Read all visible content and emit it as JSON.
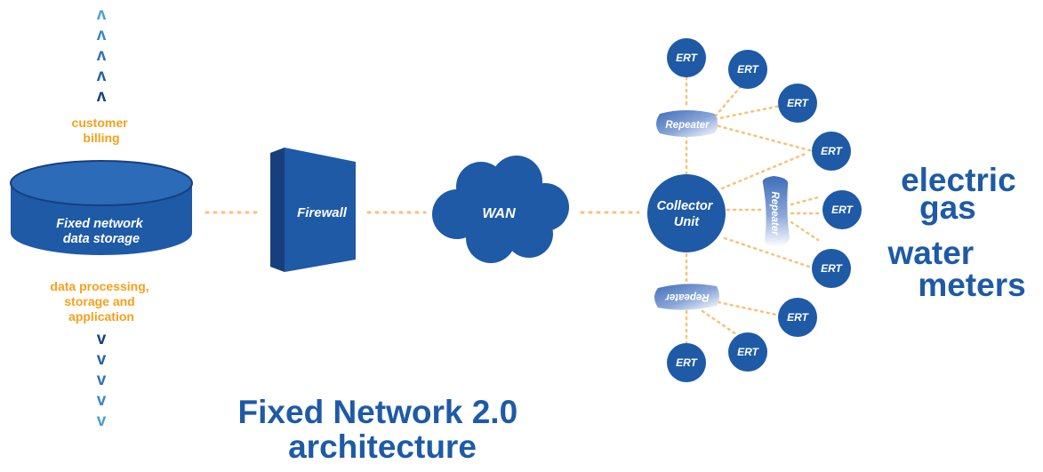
{
  "colors": {
    "blue": "#1e5aa6",
    "dark_blue": "#173f7d",
    "light_blue": "#4aa0cf",
    "orange": "#f6a01a",
    "dotted": "#f7c27a",
    "repeater_fill": "#86a3d4"
  },
  "diagram": {
    "up_arrow_glyph": "ʌ",
    "down_arrow_glyph": "v",
    "customer_billing": [
      "customer",
      "billing"
    ],
    "storage_label": [
      "Fixed network",
      "data storage"
    ],
    "processing_label": [
      "data processing,",
      "storage and",
      "application"
    ],
    "firewall_label": "Firewall",
    "wan_label": "WAN",
    "collector_label": [
      "Collector",
      "Unit"
    ],
    "repeater_label": "Repeater",
    "ert_label": "ERT",
    "meter_types": [
      "electric",
      "gas",
      "water",
      "meters"
    ],
    "title": [
      "Fixed Network 2.0",
      "architecture"
    ]
  }
}
